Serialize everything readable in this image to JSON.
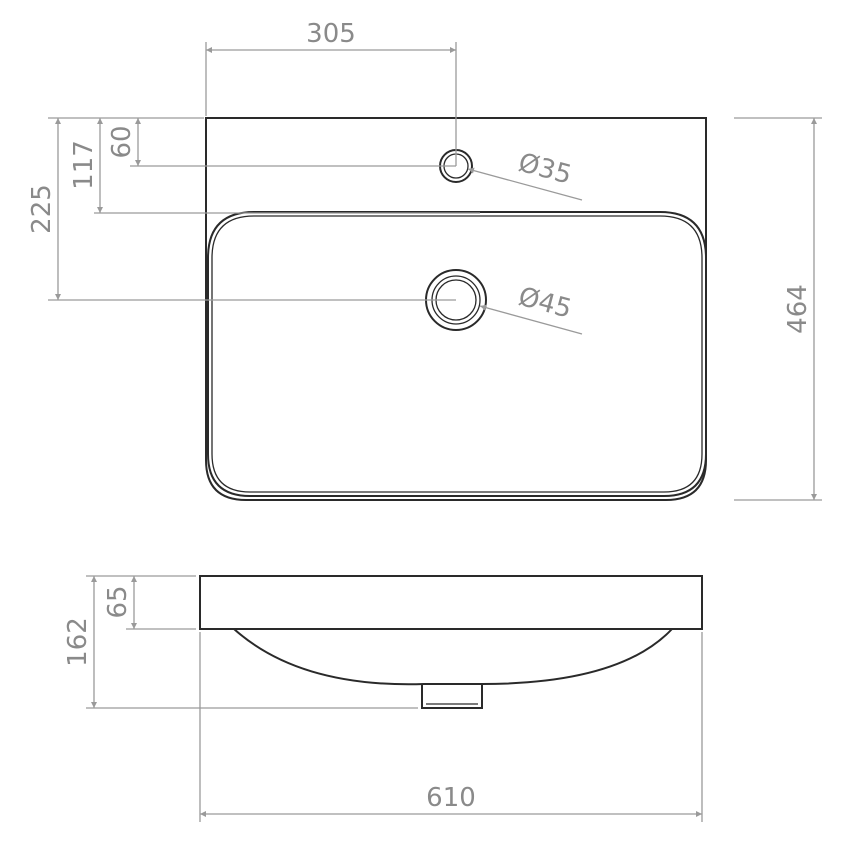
{
  "top_view": {
    "width_to_tap_hole": "305",
    "tap_hole_from_back": "60",
    "basin_edge_from_back": "117",
    "drain_from_back": "225",
    "tap_hole_diameter": "Ø35",
    "drain_diameter": "Ø45",
    "depth": "464"
  },
  "side_view": {
    "rim_height": "65",
    "total_height": "162",
    "width": "610"
  }
}
